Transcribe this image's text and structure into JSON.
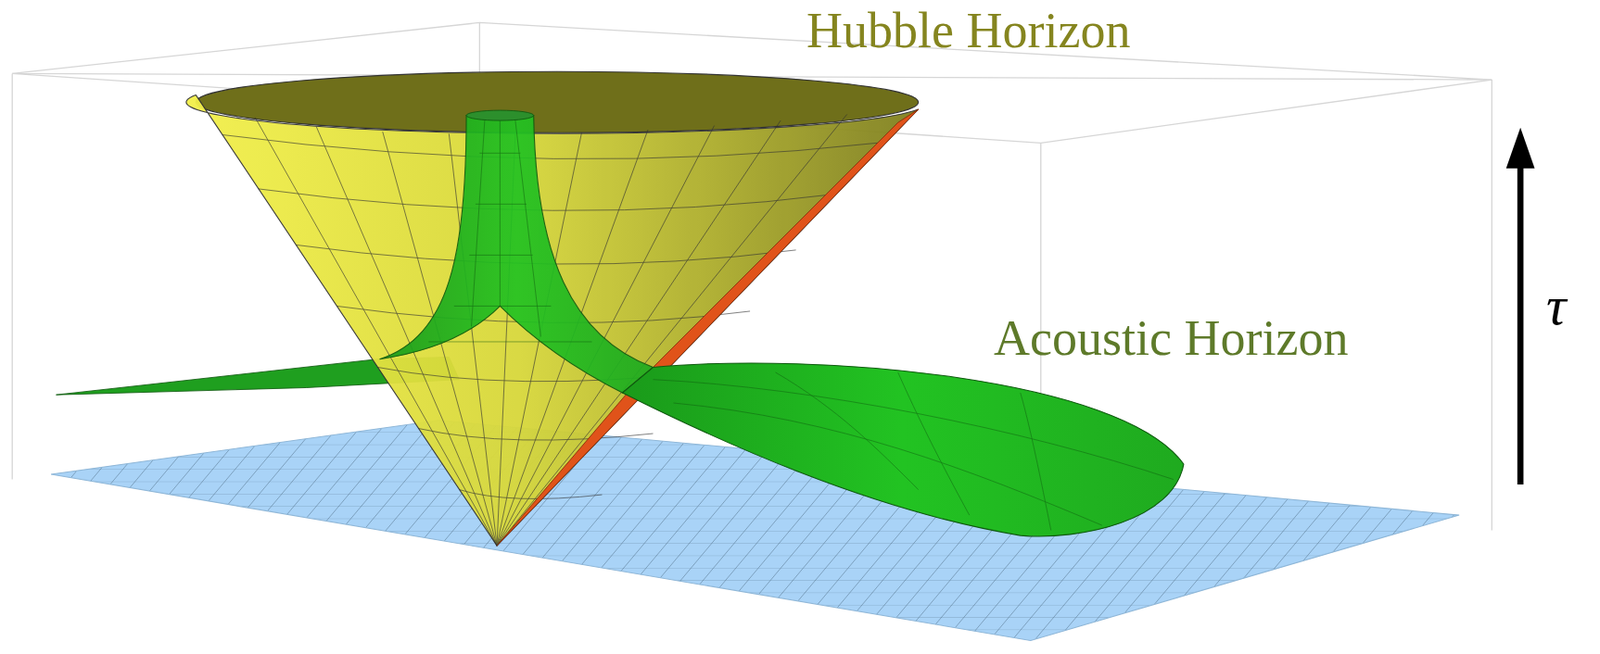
{
  "diagram": {
    "labels": [
      "Hubble Horizon",
      "Acoustic Horizon",
      "τ"
    ]
  }
}
